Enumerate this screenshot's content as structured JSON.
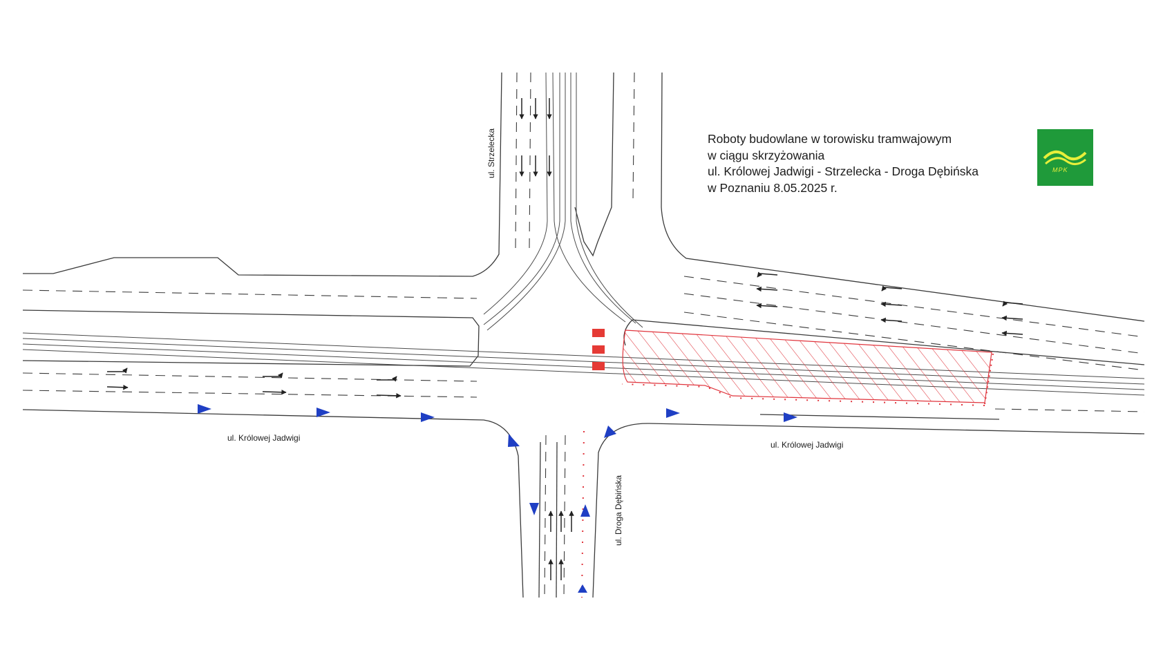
{
  "title": {
    "lines": [
      "Roboty budowlane w torowisku tramwajowym",
      "w ciągu skrzyżowania",
      "ul. Królowej Jadwigi - Strzelecka - Droga Dębińska",
      "w Poznaniu 8.05.2025 r."
    ]
  },
  "logo": {
    "text": "MPK",
    "background": "#1f9a3a",
    "accent": "#e7ef3a"
  },
  "streets": {
    "strzelecka": "ul. Strzelecka",
    "krolowej_west": "ul. Królowej Jadwigi",
    "krolowej_east": "ul. Królowej Jadwigi",
    "debinska": "ul. Droga Dębińska"
  },
  "colors": {
    "road_line": "#3a3a3a",
    "work_zone": "#e0343c",
    "detour_arrow": "#1f3fc4",
    "barrier": "#e53a35"
  },
  "icons": {
    "lane_arrow": "arrow-icon",
    "detour_arrow": "triangle-arrow-icon",
    "barrier": "barrier-icon"
  }
}
